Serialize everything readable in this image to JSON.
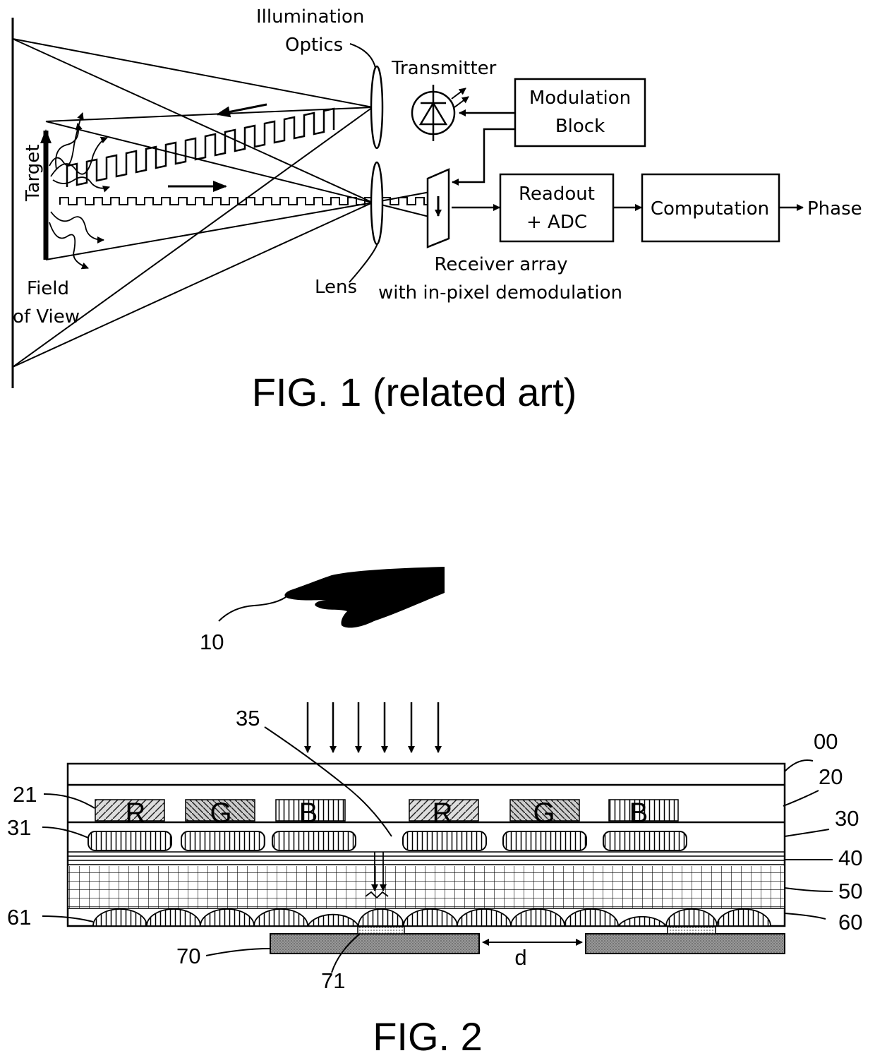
{
  "fig1": {
    "caption": "FIG. 1 (related art)",
    "labels": {
      "illumination_optics_line1": "Illumination",
      "illumination_optics_line2": "Optics",
      "transmitter": "Transmitter",
      "modulation_block_line1": "Modulation",
      "modulation_block_line2": "Block",
      "readout_line1": "Readout",
      "readout_line2": "+ ADC",
      "computation": "Computation",
      "phase": "Phase",
      "receiver_array_line1": "Receiver array",
      "receiver_array_line2": "with in-pixel demodulation",
      "lens": "Lens",
      "target": "Target",
      "field_of_view_line1": "Field",
      "field_of_view_line2": "of View"
    }
  },
  "fig2": {
    "caption": "FIG. 2",
    "filter_letters": [
      "R",
      "G",
      "B",
      "R",
      "G",
      "B"
    ],
    "refs": {
      "finger": "10",
      "ref_35": "35",
      "ref_00": "00",
      "ref_20": "20",
      "ref_21": "21",
      "ref_30": "30",
      "ref_31": "31",
      "ref_40": "40",
      "ref_50": "50",
      "ref_60": "60",
      "ref_61": "61",
      "ref_70": "70",
      "ref_71": "71",
      "distance": "d"
    }
  }
}
